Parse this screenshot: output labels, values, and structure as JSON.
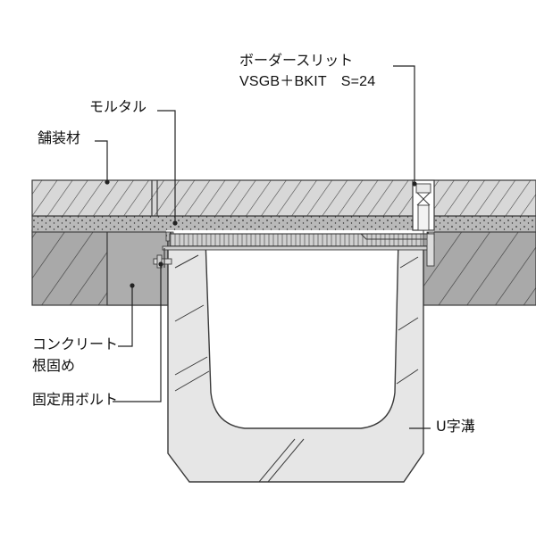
{
  "labels": {
    "border_slit": "ボーダースリット",
    "border_slit_spec": "VSGB＋BKIT　S=24",
    "mortar": "モルタル",
    "paving": "舗装材",
    "concrete_line1": "コンクリート",
    "concrete_line2": "根固め",
    "bolt": "固定用ボルト",
    "ditch": "U字溝"
  },
  "colors": {
    "outline": "#3a3a3a",
    "paving_fill": "#d8d8d8",
    "mortar_fill": "#b9b9b9",
    "concrete_fill": "#a9a9a9",
    "ditch_fill": "#e6e6e6",
    "grate_fill": "#cfcfcf"
  }
}
